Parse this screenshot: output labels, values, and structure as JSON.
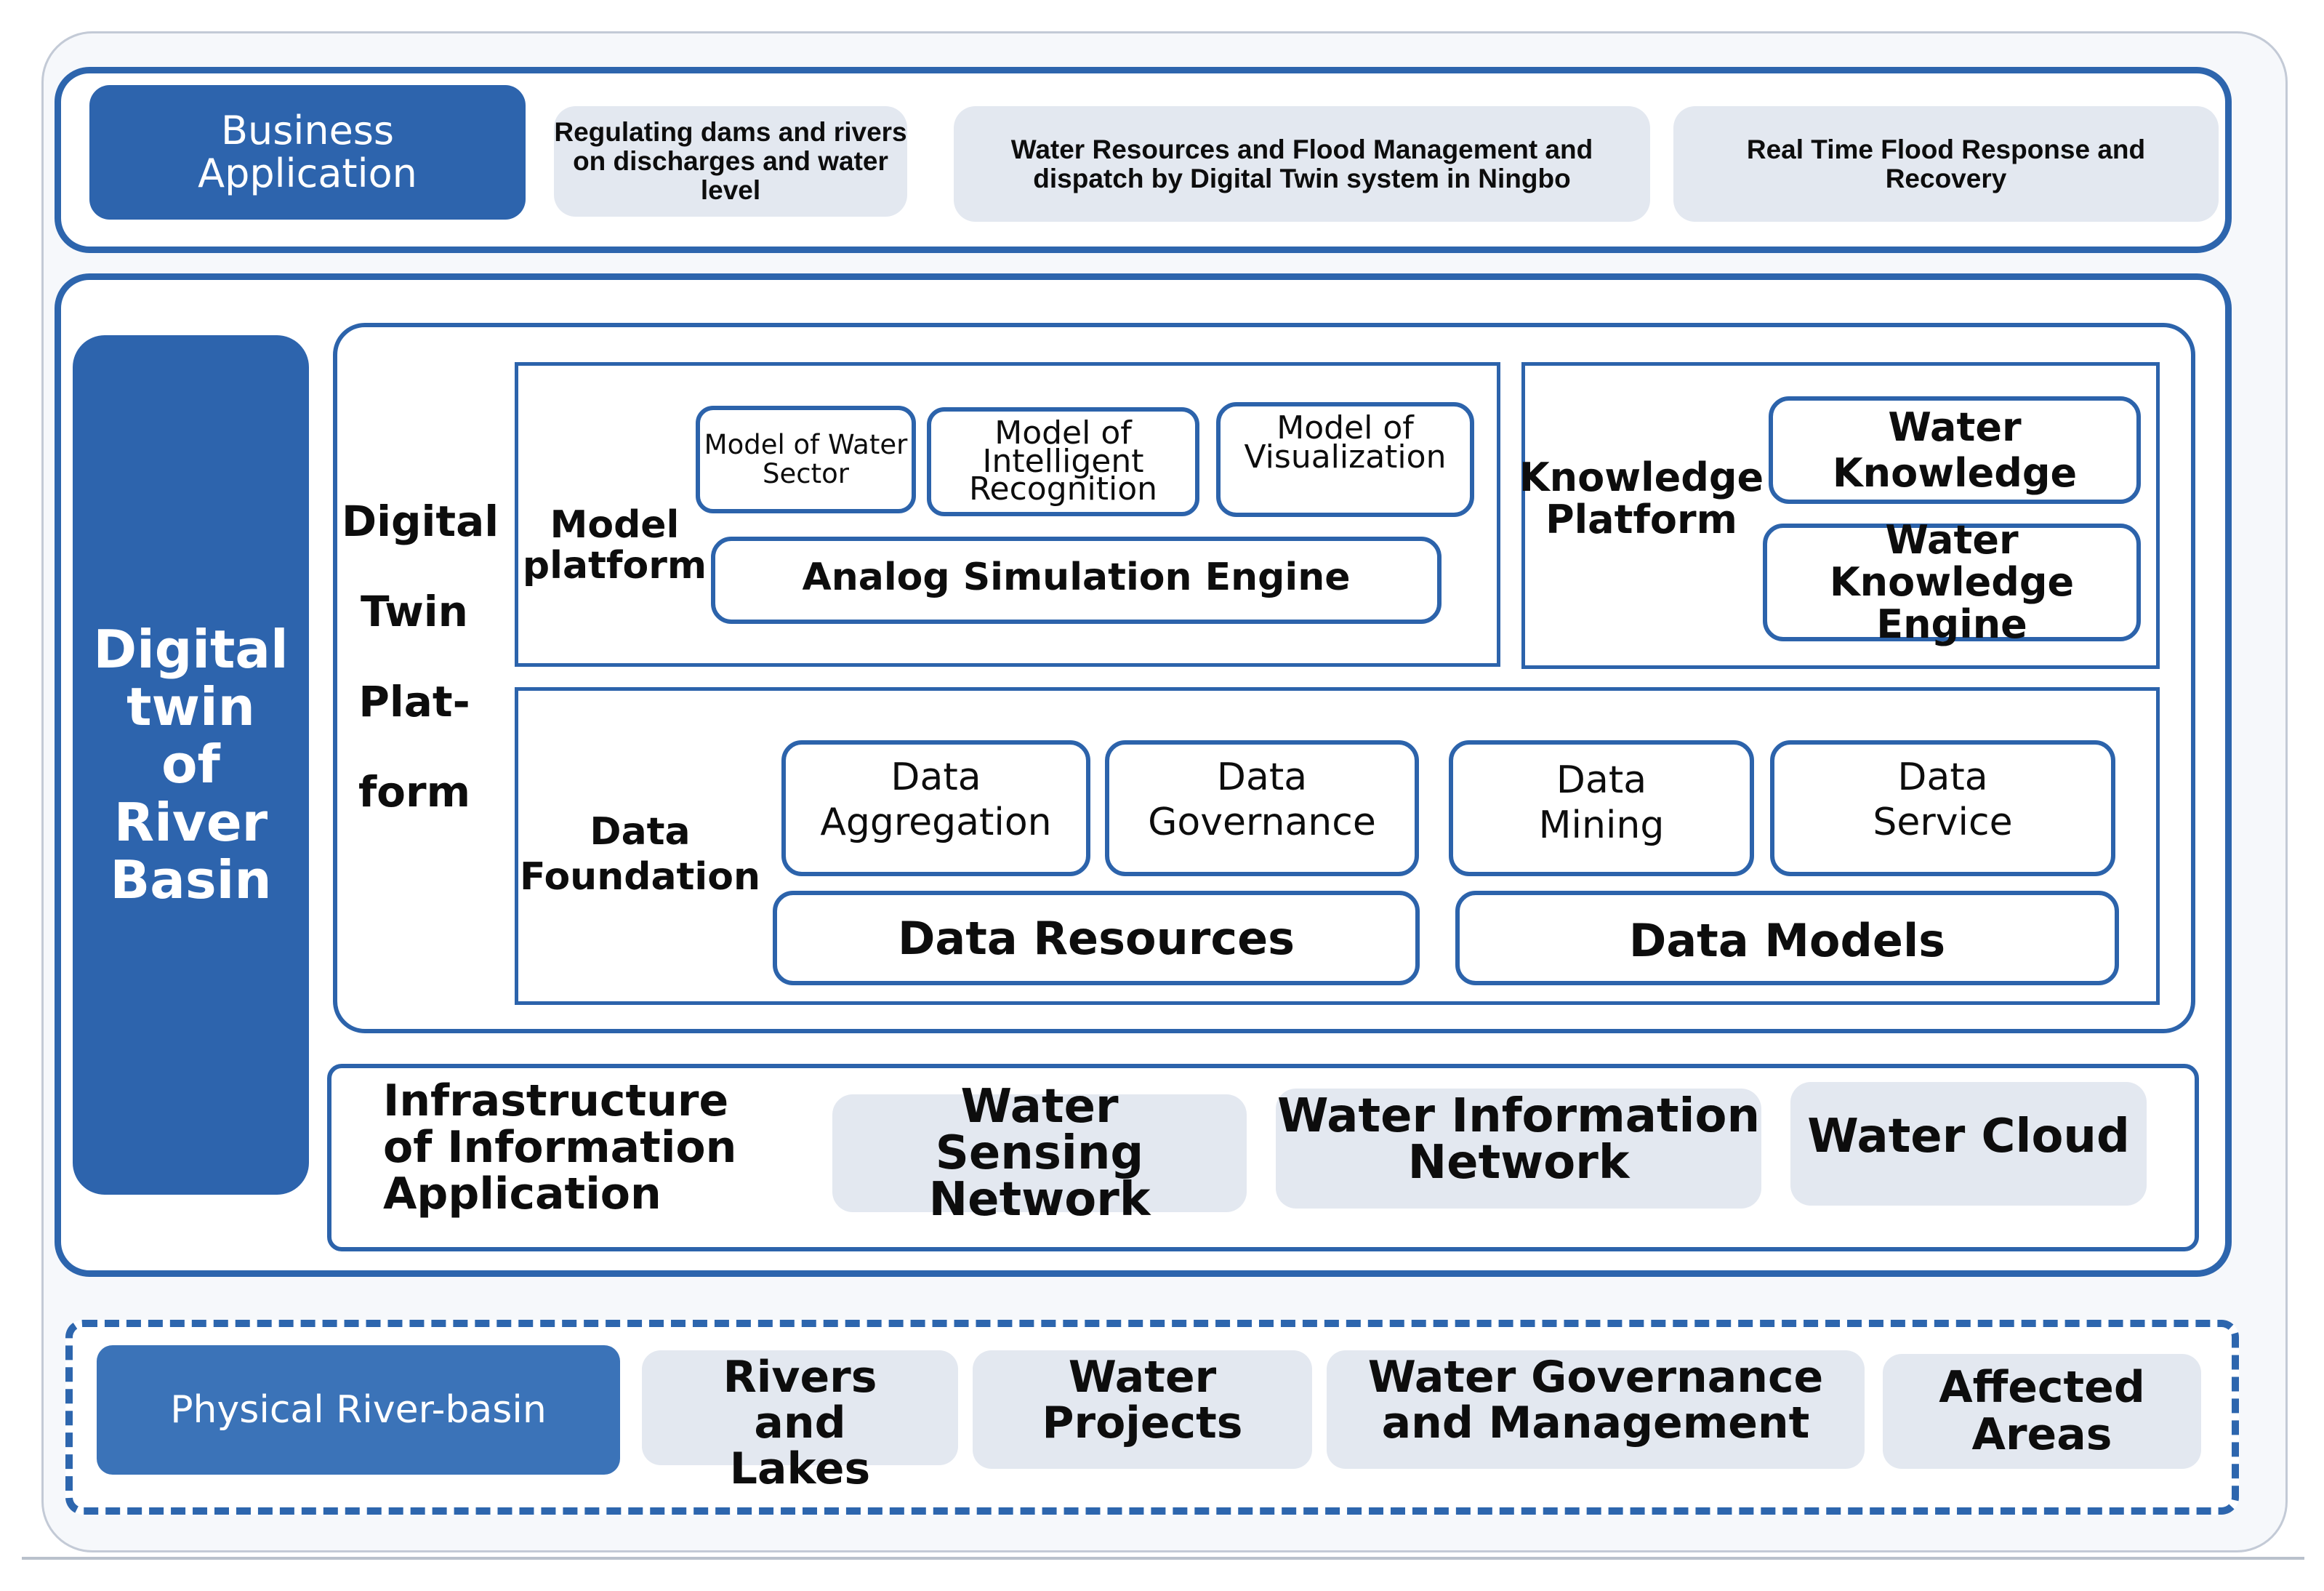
{
  "business": {
    "title": "Business Application",
    "items": [
      "Regulating dams and rivers on discharges and water level",
      "Water Resources and Flood Management and dispatch by Digital Twin system in Ningbo",
      "Real Time Flood Response and Recovery"
    ]
  },
  "twin": {
    "side_label": "Digital twin of River Basin",
    "platform_label_lines": [
      "Digital",
      "Twin",
      "Plat-",
      "form"
    ],
    "model_platform": {
      "label": "Model platform",
      "models": [
        "Model of Water Sector",
        "Model of Intelligent Recognition",
        "Model of Visualization"
      ],
      "engine": "Analog Simulation Engine"
    },
    "knowledge_platform": {
      "label": "Knowledge Platform",
      "items": [
        "Water Knowledge",
        "Water Knowledge Engine"
      ]
    },
    "data_foundation": {
      "label": "Data Foundation",
      "items": [
        "Data Aggregation",
        "Data Governance",
        "Data Mining",
        "Data Service"
      ],
      "resources": "Data Resources",
      "models": "Data Models"
    },
    "infrastructure": {
      "label": "Infrastructure of Information Application",
      "items": [
        "Water Sensing Network",
        "Water Information Network",
        "Water Cloud"
      ]
    }
  },
  "physical": {
    "title": "Physical River-basin",
    "items": [
      "Rivers and Lakes",
      "Water Projects",
      "Water Governance and Management",
      "Affected Areas"
    ]
  },
  "colors": {
    "accent": "#2d64ad",
    "light_box": "#e3e8f0",
    "outline": "#2c63ab"
  }
}
